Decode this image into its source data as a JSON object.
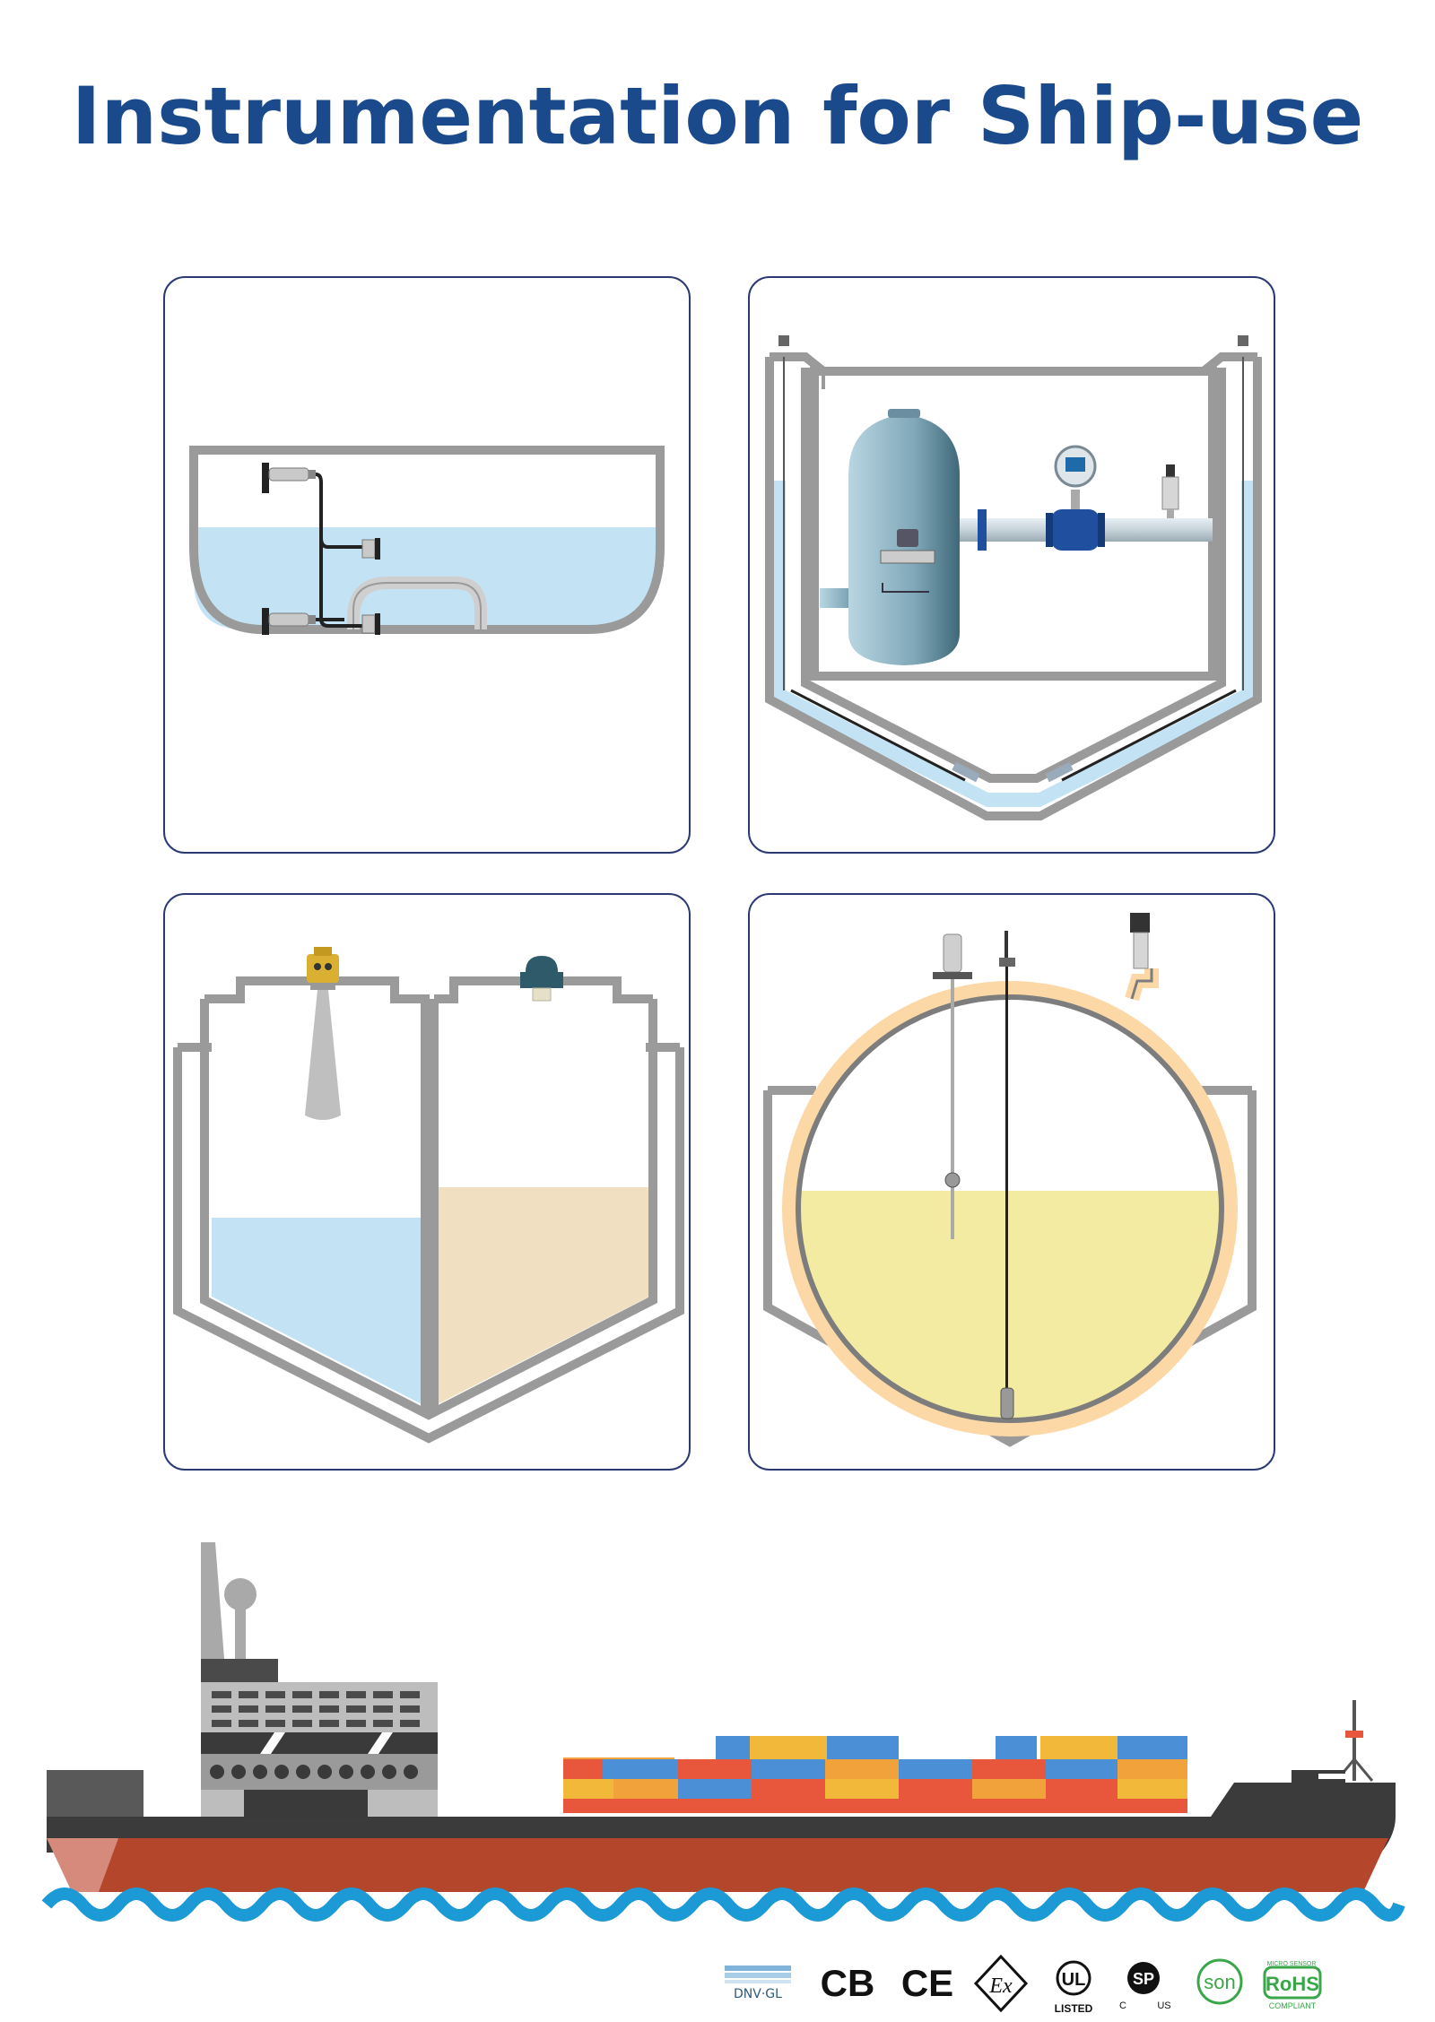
{
  "page": {
    "title": "Instrumentation for Ship-use"
  },
  "colors": {
    "title": "#1a4a8c",
    "panel_border": "#2c3a74",
    "tank_wall": "#9a9a9a",
    "water": "#c3e3f4",
    "cargo_beige": "#f1dfc1",
    "lng_yellow": "#f4eba3",
    "lng_insulation": "#fbd8a6",
    "hull_red": "#b4462c",
    "hull_dark": "#3b3b3b",
    "sea": "#1b9ad6"
  },
  "panels": [
    {
      "name": "ballast-tank",
      "icon": "pressure-level-transmitter-icon"
    },
    {
      "name": "fuel-tank-flow-measurement",
      "icon": "flowmeter-icon"
    },
    {
      "name": "cargo-tank-radar-level",
      "icon": "radar-level-icon"
    },
    {
      "name": "lng-tank-level",
      "icon": "float-level-icon"
    }
  ],
  "certifications": [
    {
      "label": "DNV·GL",
      "icon": "dnv-gl-logo"
    },
    {
      "label": "CB",
      "icon": "cb-mark"
    },
    {
      "label": "CE",
      "icon": "ce-mark"
    },
    {
      "label": "Ex",
      "icon": "atex-ex-mark"
    },
    {
      "label": "UL",
      "sub": "LISTED",
      "icon": "ul-listed-mark"
    },
    {
      "label": "SP",
      "sub_left": "C",
      "sub_right": "US",
      "icon": "csa-mark"
    },
    {
      "label": "son",
      "icon": "son-mark"
    },
    {
      "label": "RoHS",
      "sub_top": "MICRO SENSOR",
      "sub": "COMPLIANT",
      "icon": "rohs-mark"
    }
  ]
}
